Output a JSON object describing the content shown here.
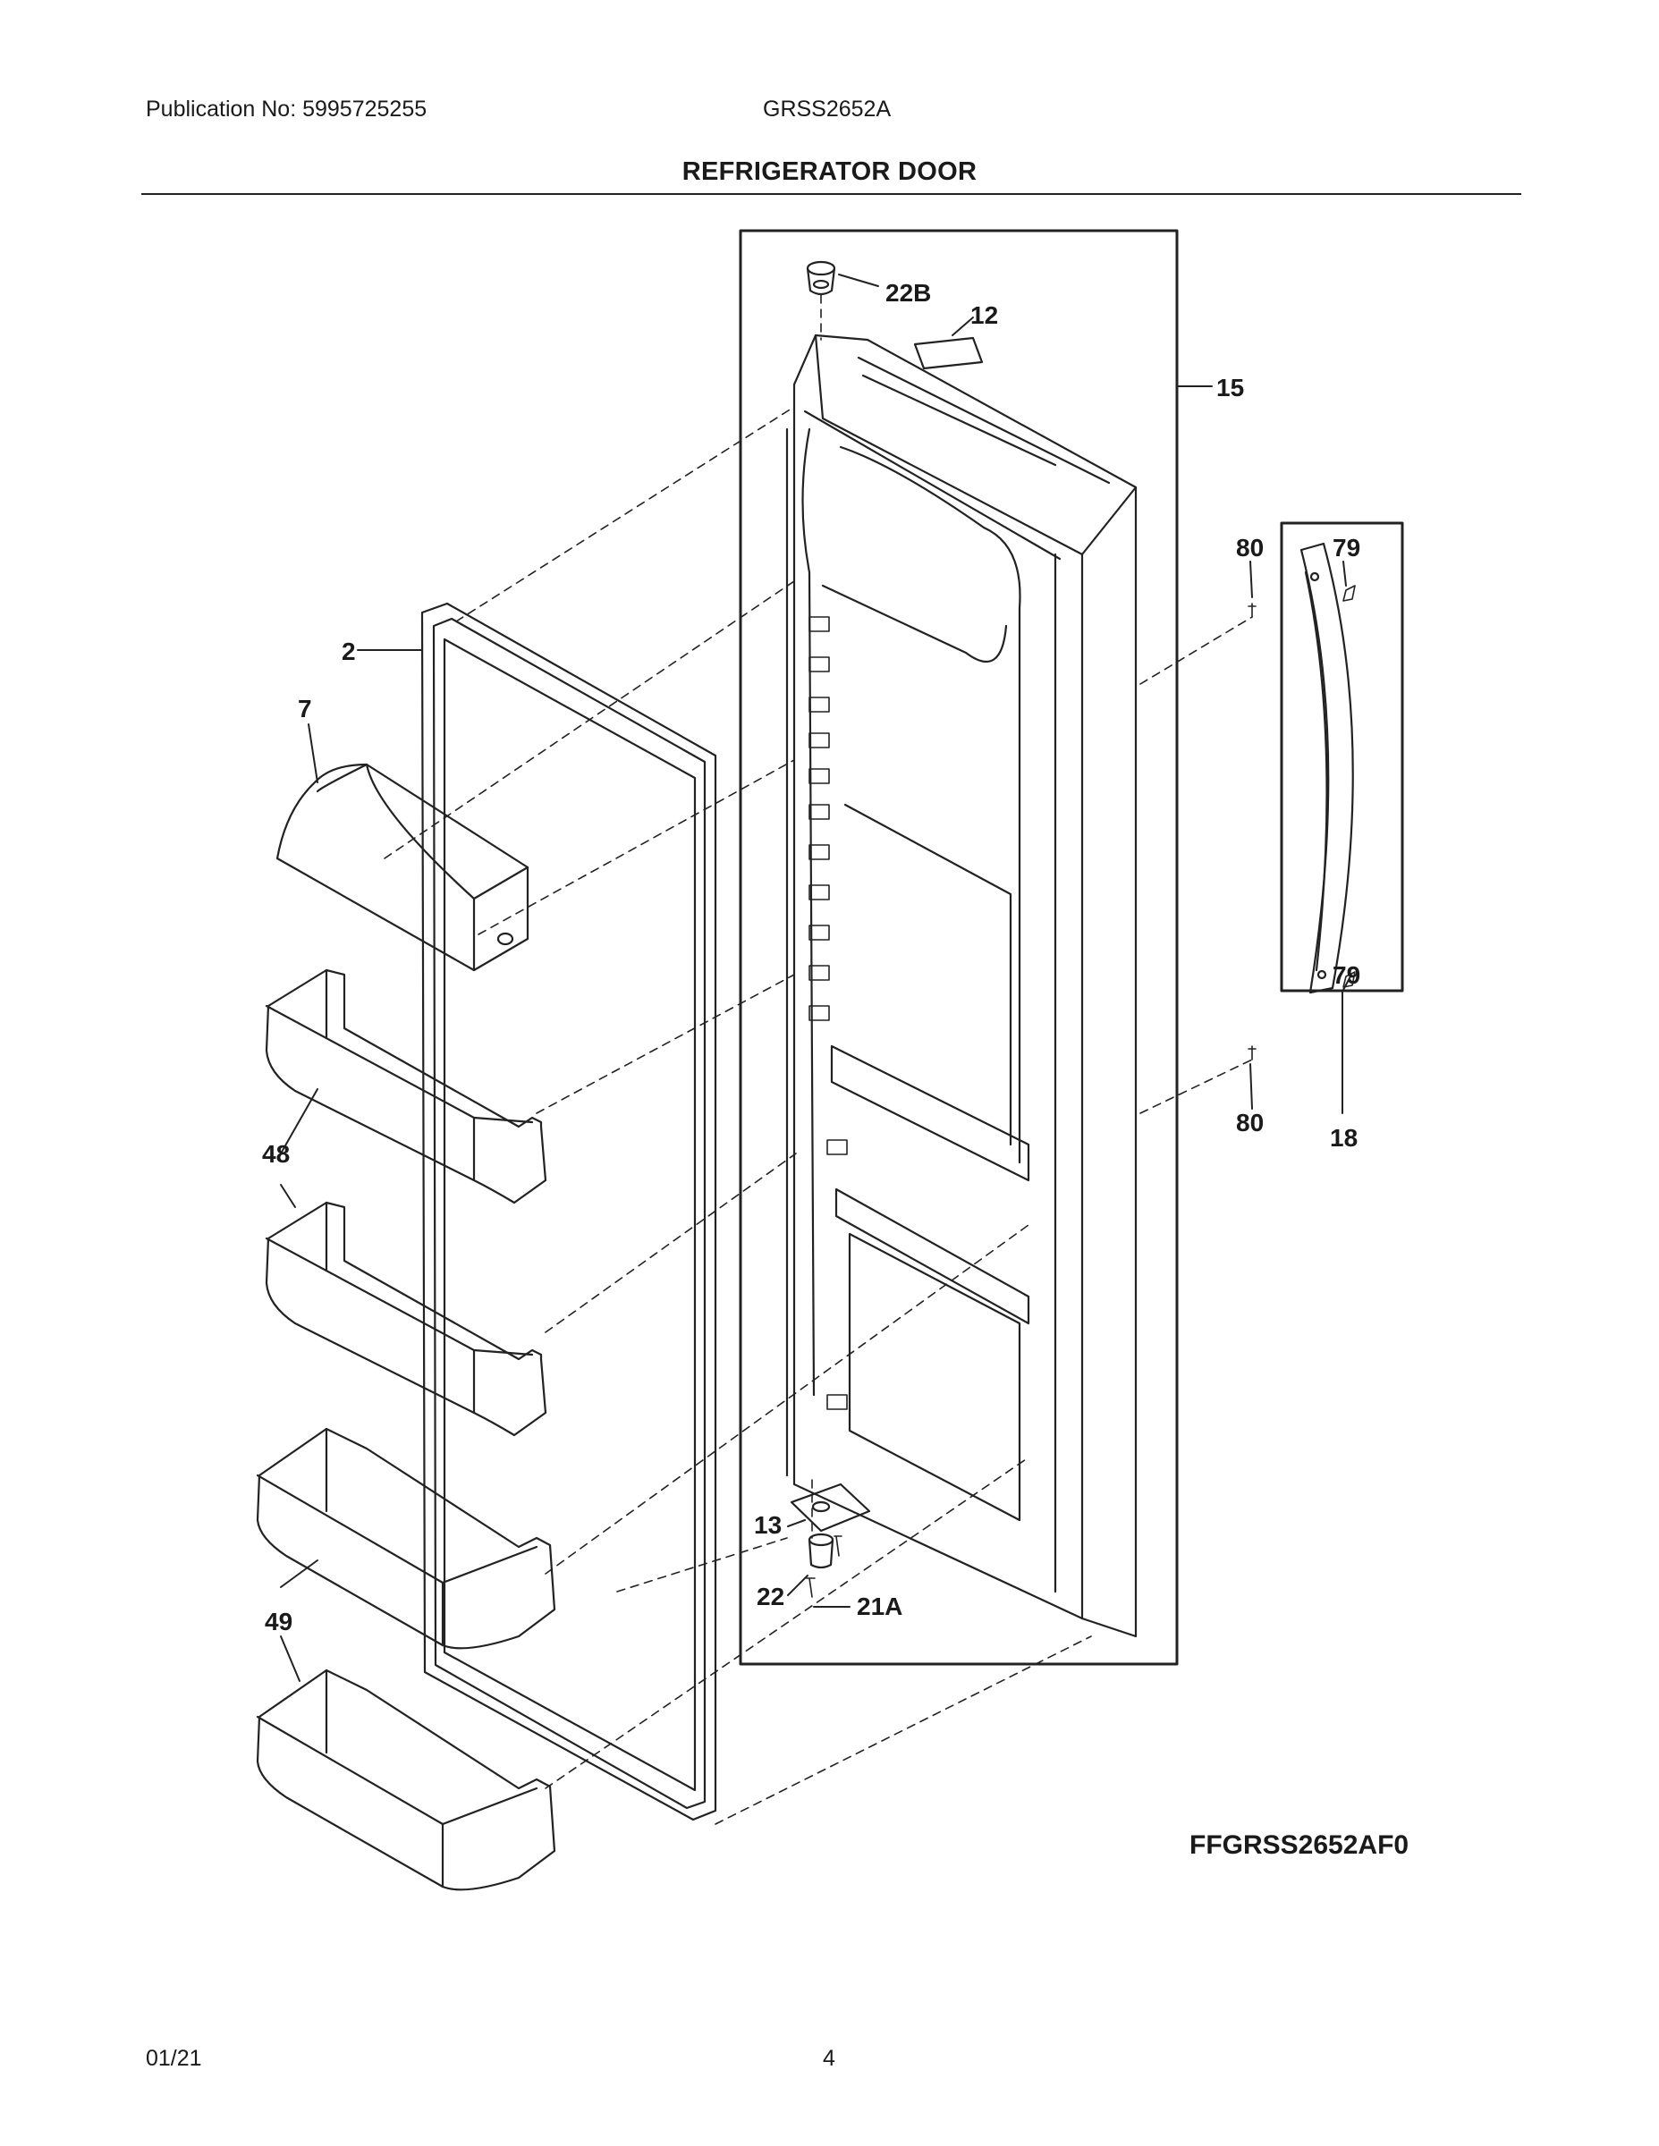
{
  "header": {
    "publication": "Publication No: 5995725255",
    "model": "GRSS2652A"
  },
  "title": "REFRIGERATOR DOOR",
  "callouts": {
    "c22B": "22B",
    "c12": "12",
    "c15": "15",
    "c2": "2",
    "c7": "7",
    "c80a": "80",
    "c79a": "79",
    "c79b": "79",
    "c80b": "80",
    "c18": "18",
    "c48": "48",
    "c13": "13",
    "c22": "22",
    "c21A": "21A",
    "c49": "49"
  },
  "figure_id": "FFGRSS2652AF0",
  "footer": {
    "date": "01/21",
    "page": "4"
  }
}
